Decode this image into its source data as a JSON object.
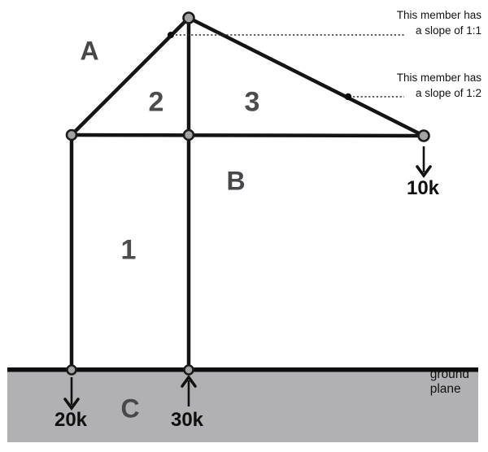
{
  "diagram_title": "truss-structure-diagram",
  "colors": {
    "member": "#141414",
    "node_fill": "#a3a3a3",
    "node_stroke": "#1b1b1b",
    "ground_fill": "#b1b1b3",
    "region_label_gray": "#46484b",
    "force_text": "#0e0e0e"
  },
  "annotations": {
    "slope_1_1": {
      "line1": "This member has",
      "line2": "a slope of 1:1"
    },
    "slope_1_2": {
      "line1": "This member has",
      "line2": "a slope of 1:2"
    }
  },
  "region_labels": {
    "a": "A",
    "b": "B",
    "c": "C"
  },
  "member_numbers": {
    "m1": "1",
    "m2": "2",
    "m3": "3"
  },
  "forces": {
    "left_support": "20k",
    "middle_support": "30k",
    "right_load": "10k"
  },
  "ground": {
    "label": "ground plane"
  }
}
